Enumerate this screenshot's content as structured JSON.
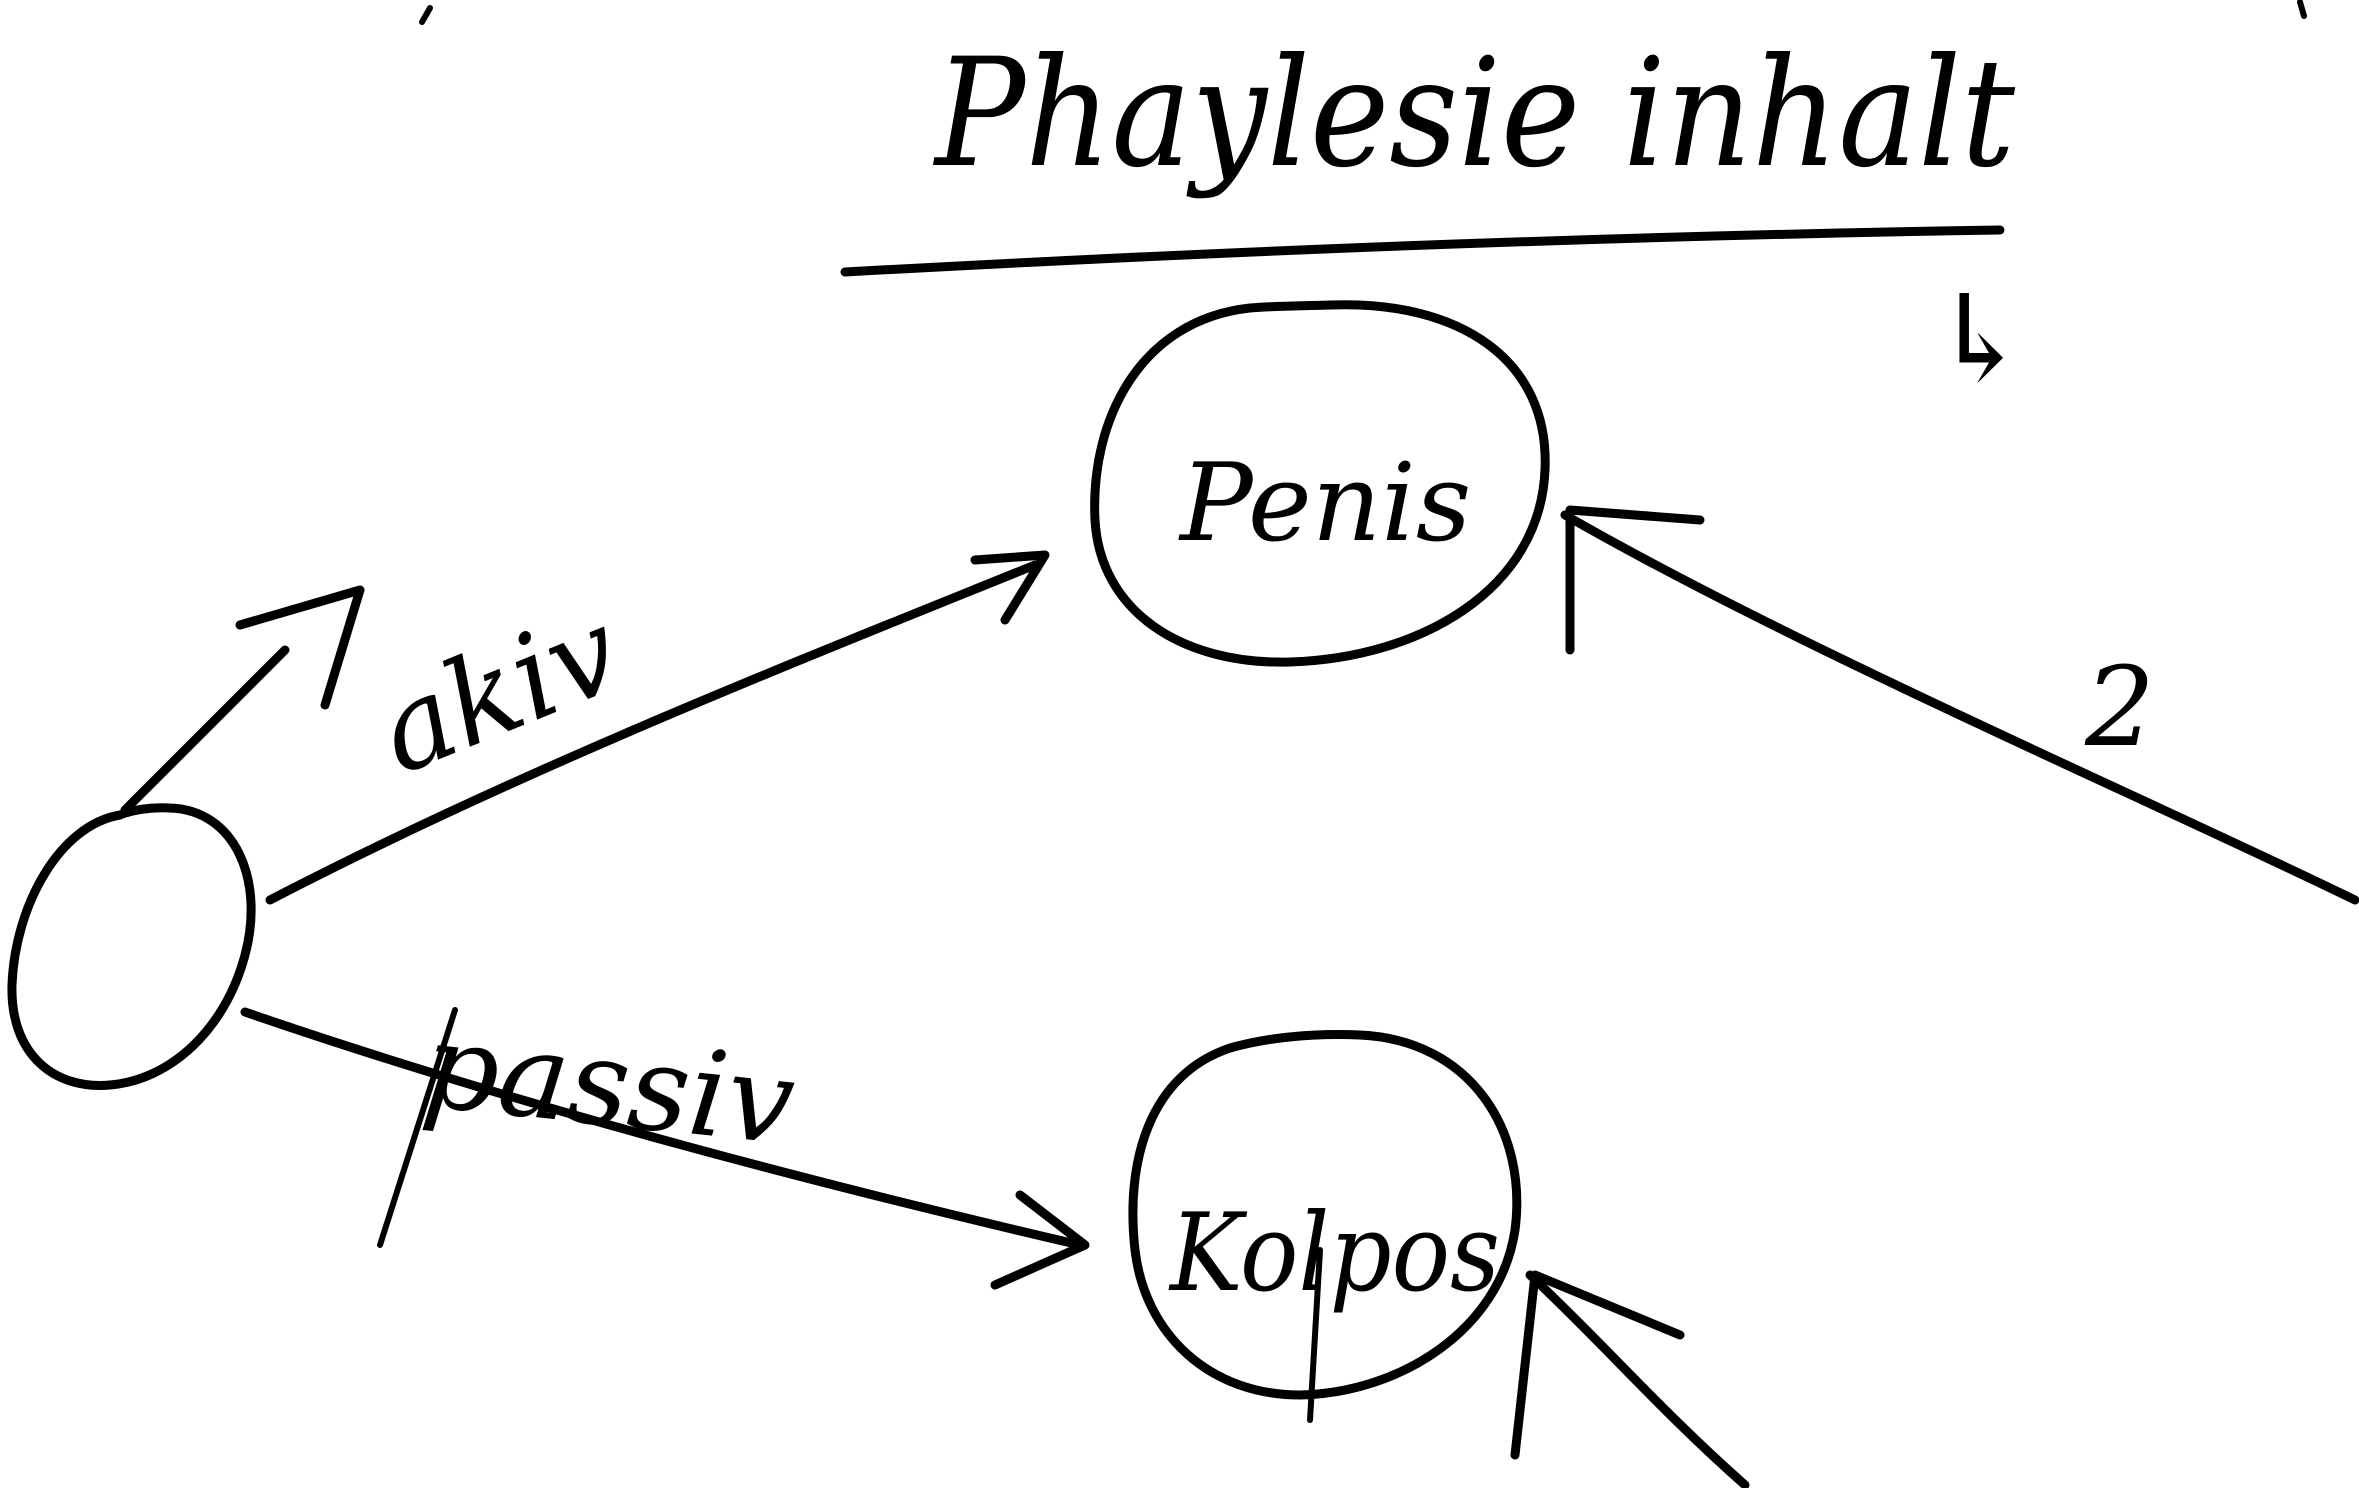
{
  "diagram": {
    "title": "Phaylesie inhalt",
    "title_suffix_symbol": "↳",
    "nodes": {
      "source": "",
      "top": "Penis",
      "bottom": "Kolpos"
    },
    "edges": {
      "upper": "akiv",
      "lower": "passiv",
      "right": "2"
    },
    "ink_color": "#000000",
    "paper_color": "#ffffff"
  }
}
